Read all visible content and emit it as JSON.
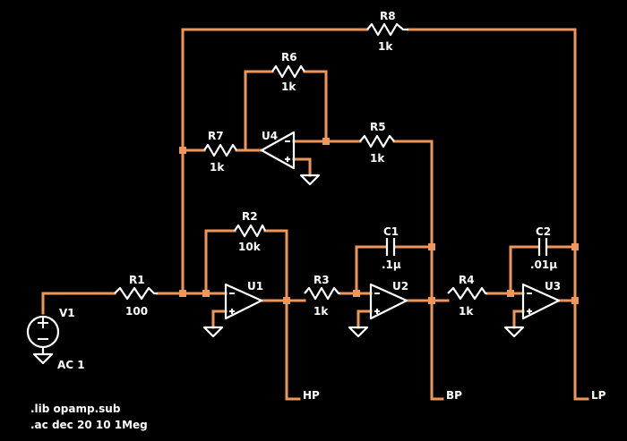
{
  "schematic": {
    "components": [
      {
        "ref": "R1",
        "value": "100"
      },
      {
        "ref": "R2",
        "value": "10k"
      },
      {
        "ref": "R3",
        "value": "1k"
      },
      {
        "ref": "R4",
        "value": "1k"
      },
      {
        "ref": "R5",
        "value": "1k"
      },
      {
        "ref": "R6",
        "value": "1k"
      },
      {
        "ref": "R7",
        "value": "1k"
      },
      {
        "ref": "R8",
        "value": "1k"
      },
      {
        "ref": "C1",
        "value": ".1µ"
      },
      {
        "ref": "C2",
        "value": ".01µ"
      },
      {
        "ref": "U1"
      },
      {
        "ref": "U2"
      },
      {
        "ref": "U3"
      },
      {
        "ref": "U4"
      },
      {
        "ref": "V1",
        "value": "AC 1"
      }
    ],
    "net_labels": [
      "HP",
      "BP",
      "LP"
    ],
    "directives": [
      ".lib opamp.sub",
      ".ac dec 20 10 1Meg"
    ],
    "colors": {
      "background": "#000000",
      "wire": "#f0965a",
      "component": "#ffffff",
      "text": "#ffffff"
    }
  }
}
